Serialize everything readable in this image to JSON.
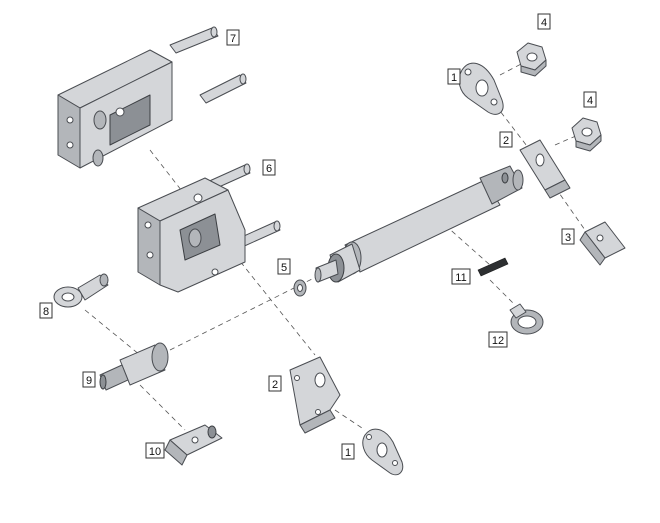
{
  "callouts": [
    {
      "id": "c1a",
      "label": "1"
    },
    {
      "id": "c1b",
      "label": "1"
    },
    {
      "id": "c2a",
      "label": "2"
    },
    {
      "id": "c2b",
      "label": "2"
    },
    {
      "id": "c3",
      "label": "3"
    },
    {
      "id": "c4a",
      "label": "4"
    },
    {
      "id": "c4b",
      "label": "4"
    },
    {
      "id": "c5",
      "label": "5"
    },
    {
      "id": "c6",
      "label": "6"
    },
    {
      "id": "c7",
      "label": "7"
    },
    {
      "id": "c8",
      "label": "8"
    },
    {
      "id": "c9",
      "label": "9"
    },
    {
      "id": "c10",
      "label": "10"
    },
    {
      "id": "c11",
      "label": "11"
    },
    {
      "id": "c12",
      "label": "12"
    }
  ]
}
